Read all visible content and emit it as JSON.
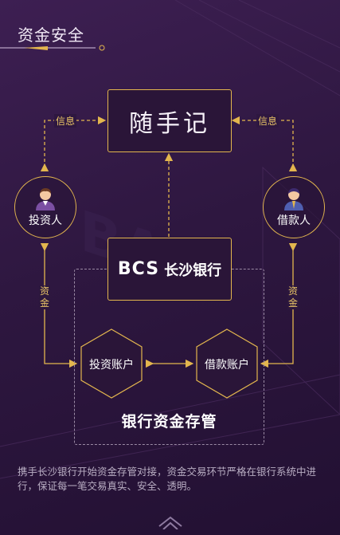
{
  "header": {
    "title": "资金安全"
  },
  "nodes": {
    "platform": "随手记",
    "bank_logo": "BCS",
    "bank_name": "长沙银行",
    "investor": "投资人",
    "borrower": "借款人",
    "investor_account": "投资账户",
    "borrower_account": "借款账户"
  },
  "edges": {
    "info_left": "信息",
    "info_right": "信息",
    "funds_left": "资金",
    "funds_right": "资金"
  },
  "region_label": "银行资金存管",
  "description": "携手长沙银行开始资金存管对接，资金交易环节严格在银行系统中进行，保证每一笔交易真实、安全、透明。",
  "colors": {
    "accent": "#e3b64e",
    "background": "#2e1740"
  }
}
